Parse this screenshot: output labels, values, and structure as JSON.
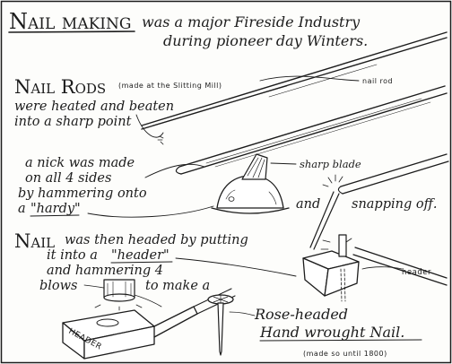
{
  "heading": {
    "word": "Nail making",
    "rest_line1": "was a major Fireside Industry",
    "rest_line2": "during pioneer day Winters."
  },
  "rods": {
    "title": "Nail Rods",
    "note": "(made at the Slitting Mill)",
    "line1": "were heated and beaten",
    "line2": "into a sharp point",
    "tag": "nail rod"
  },
  "nick": {
    "line1": "a nick was made",
    "line2": "on all 4 sides",
    "line3": "by hammering onto",
    "line4_prefix": "a",
    "hardy": "\"hardy\"",
    "blade": "sharp blade",
    "and": "and",
    "snap": "snapping off."
  },
  "head": {
    "title": "Nail",
    "line1": "was then headed by putting",
    "line2_prefix": "it into a",
    "header_word": "\"header\"",
    "line3": "and hammering 4",
    "line4a": "blows",
    "line4b": "to make a",
    "header_tag": "header",
    "stamp": "HEADER"
  },
  "result": {
    "line1": "Rose-headed",
    "line2": "Hand wrought Nail.",
    "note": "(made so until 1800)"
  }
}
